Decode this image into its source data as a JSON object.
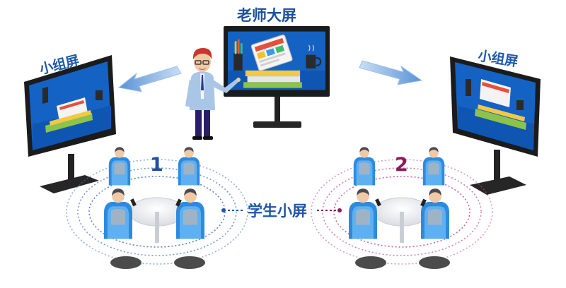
{
  "labels": {
    "teacher_screen": "老师大屏",
    "group_screen_left": "小组屏",
    "group_screen_right": "小组屏",
    "student_screen": "学生小屏"
  },
  "groups": [
    {
      "number": "1",
      "color": "#1f4fa0"
    },
    {
      "number": "2",
      "color": "#8b1a5a"
    }
  ],
  "colors": {
    "screen_blue": "#1462c4",
    "bezel": "#1b1b1b",
    "arrow": "#6fa3dc",
    "chair": "#2d8bde",
    "group1_ring": "#3d6fc4",
    "group2_ring": "#c24d8a"
  }
}
